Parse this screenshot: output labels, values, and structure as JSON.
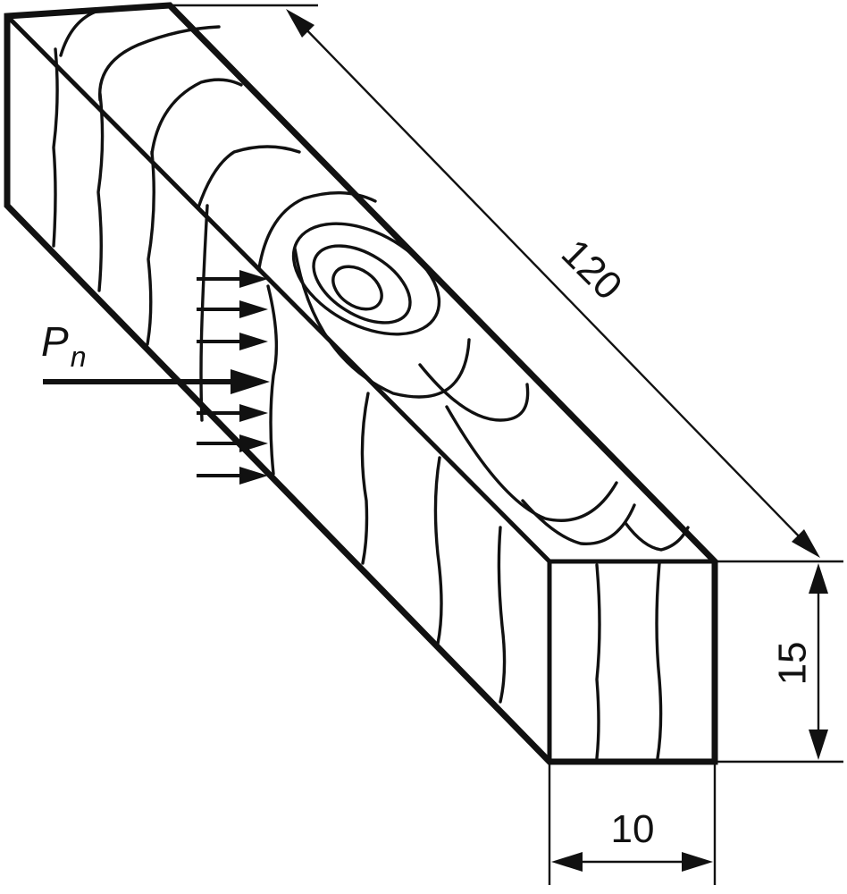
{
  "figure": {
    "force_label": {
      "main": "P",
      "subscript": "n"
    },
    "dimensions": {
      "length": "120",
      "height": "15",
      "width": "10"
    }
  }
}
